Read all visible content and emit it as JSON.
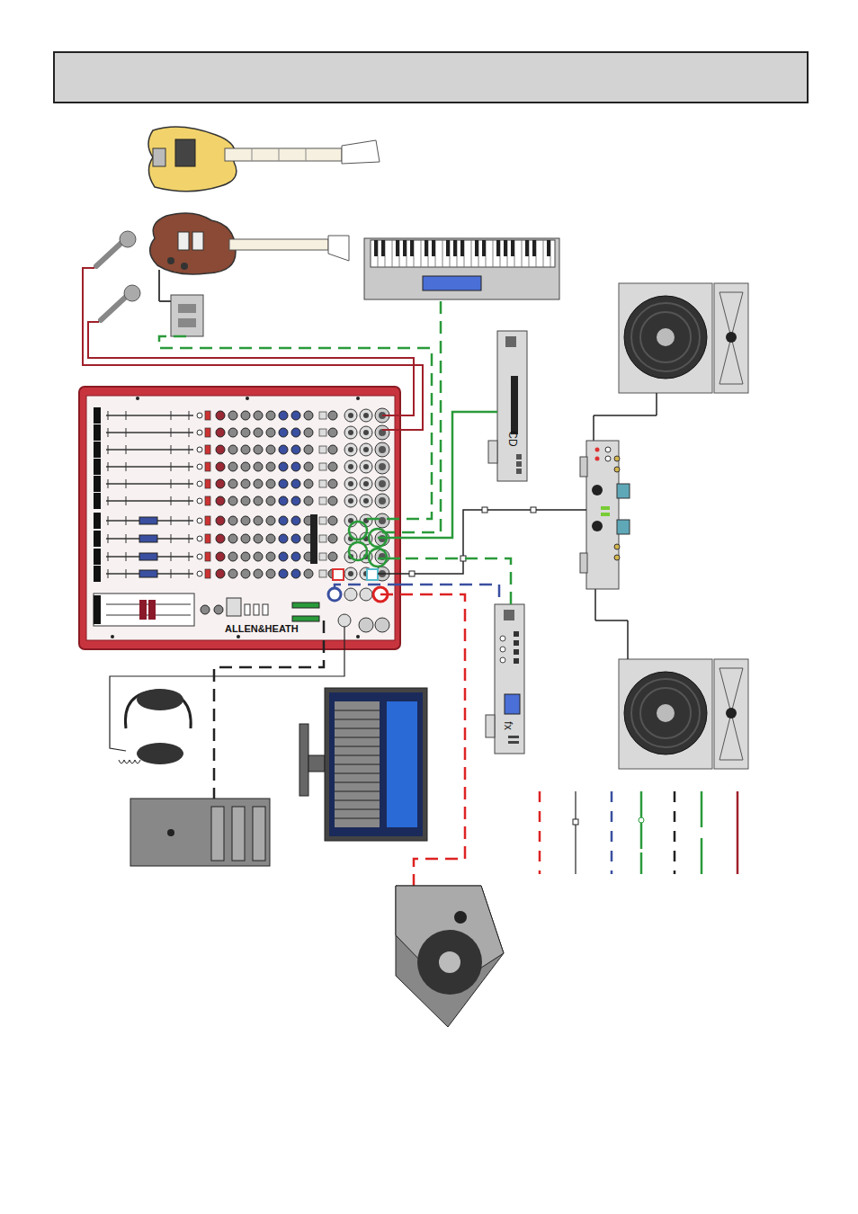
{
  "diagram": {
    "nodes": [
      {
        "text": [
          "ALLEN&HEATH"
        ]
      },
      {
        "text": [
          "CD"
        ]
      },
      {
        "text": [
          "fx"
        ]
      }
    ],
    "edges": [
      {
        "from": 1,
        "to": 0,
        "arrow": "none"
      },
      {
        "from": 0,
        "to": 2,
        "arrow": "none"
      },
      {
        "from": 2,
        "to": 0,
        "arrow": "none"
      }
    ]
  }
}
